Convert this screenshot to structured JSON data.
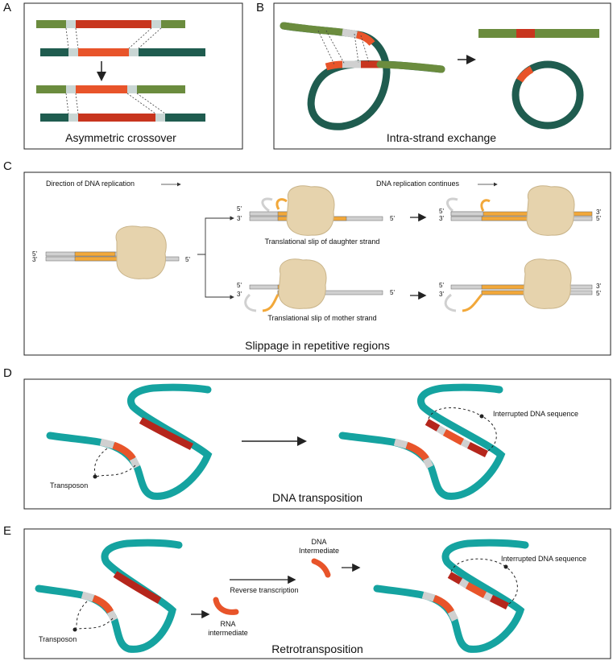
{
  "panels": {
    "a": {
      "label": "A",
      "title": "Asymmetric crossover"
    },
    "b": {
      "label": "B",
      "title": "Intra-strand exchange"
    },
    "c": {
      "label": "C",
      "title": "Slippage in repetitive regions",
      "direction_label": "Direction of DNA replication",
      "continues_label": "DNA replication continues",
      "daughter_caption": "Translational slip of daughter strand",
      "mother_caption": "Translational slip of mother strand",
      "five_prime": "5'",
      "three_prime": "3'"
    },
    "d": {
      "label": "D",
      "title": "DNA transposition",
      "transposon_label": "Transposon",
      "interrupted_label": "Interrupted DNA sequence"
    },
    "e": {
      "label": "E",
      "title": "Retrotransposition",
      "transposon_label": "Transposon",
      "rna_label_line1": "RNA",
      "rna_label_line2": "intermediate",
      "reverse_label": "Reverse transcription",
      "dna_label_line1": "DNA",
      "dna_label_line2": "Intermediate",
      "interrupted_label": "Interrupted DNA sequence"
    }
  },
  "colors": {
    "green": "#6b8c3e",
    "dark_green": "#1f5c4f",
    "red": "#c8351e",
    "orange_red": "#e8542a",
    "light_gray": "#c9d6d4",
    "teal": "#15a3a0",
    "dark_red": "#b5261c",
    "gray": "#d0d0d0",
    "amber": "#f2a83a",
    "ribosome": "#e6d3ad"
  }
}
